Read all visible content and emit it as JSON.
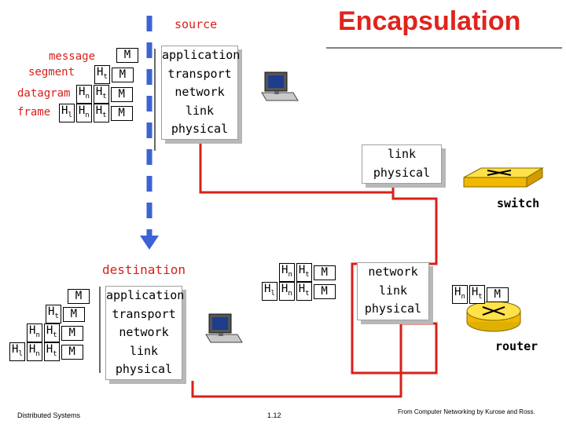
{
  "title": "Encapsulation",
  "source_label": "source",
  "destination_label": "destination",
  "source_rows": {
    "message": "message",
    "segment": "segment",
    "datagram": "datagram",
    "frame": "frame"
  },
  "layers": {
    "application": "application",
    "transport": "transport",
    "network": "network",
    "link": "link",
    "physical": "physical"
  },
  "headers": {
    "transport": "t",
    "network": "n",
    "link": "l"
  },
  "msg": "M",
  "header_letter": "H",
  "devices": {
    "switch": "switch",
    "router": "router"
  },
  "footer": {
    "left": "Distributed Systems",
    "center": "1.12",
    "right": "From Computer Networking by Kurose and Ross."
  },
  "colors": {
    "accent": "#e0241c",
    "path": "#d8201a",
    "dashed": "#3b63d6",
    "box_shadow": "#b8b8b8"
  }
}
